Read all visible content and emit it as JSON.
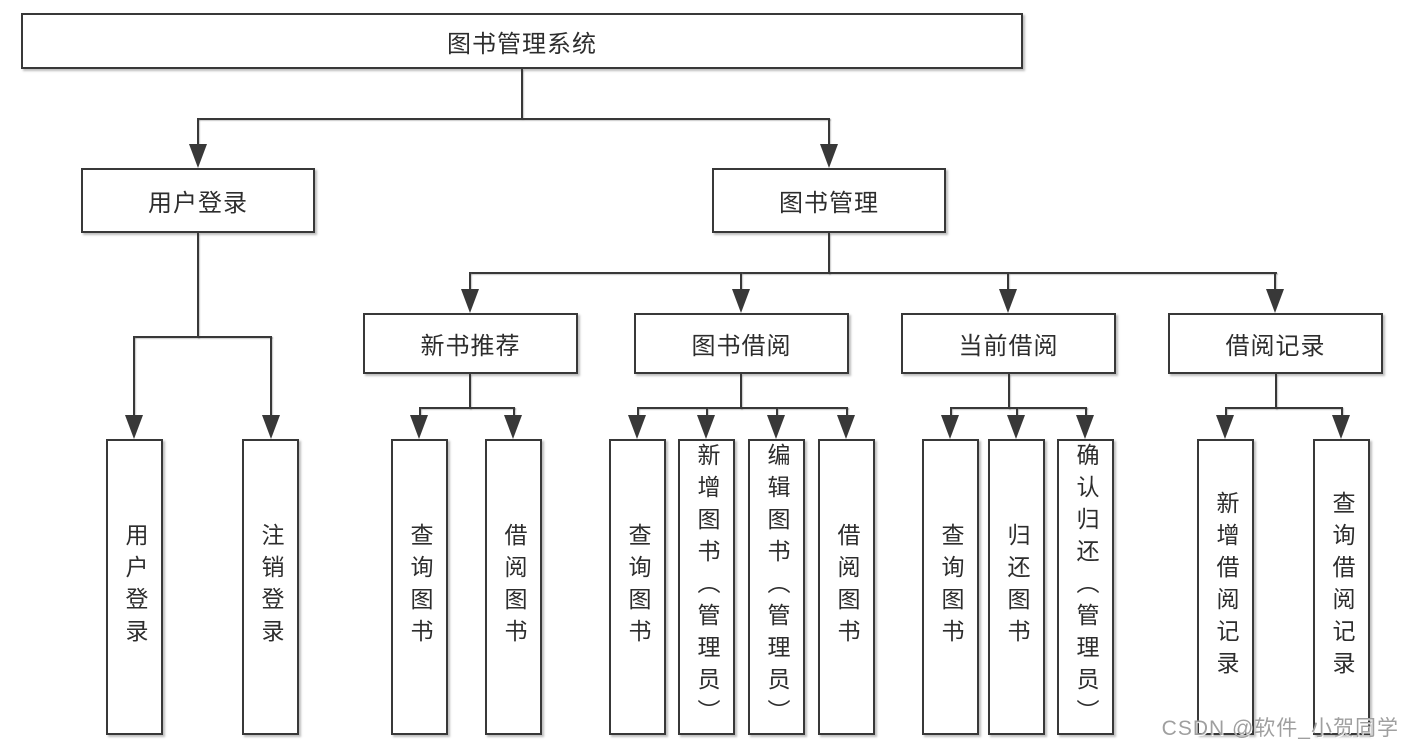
{
  "tree": {
    "label": "图书管理系统",
    "children": [
      {
        "label": "用户登录",
        "children": [
          {
            "label": "用户登录"
          },
          {
            "label": "注销登录"
          }
        ]
      },
      {
        "label": "图书管理",
        "children": [
          {
            "label": "新书推荐",
            "children": [
              {
                "label": "查询图书"
              },
              {
                "label": "借阅图书"
              }
            ]
          },
          {
            "label": "图书借阅",
            "children": [
              {
                "label": "查询图书"
              },
              {
                "label": "新增图书（管理员）"
              },
              {
                "label": "编辑图书（管理员）"
              },
              {
                "label": "借阅图书"
              }
            ]
          },
          {
            "label": "当前借阅",
            "children": [
              {
                "label": "查询图书"
              },
              {
                "label": "归还图书"
              },
              {
                "label": "确认归还（管理员）"
              }
            ]
          },
          {
            "label": "借阅记录",
            "children": [
              {
                "label": "新增借阅记录"
              },
              {
                "label": "查询借阅记录"
              }
            ]
          }
        ]
      }
    ]
  },
  "watermark": {
    "text": "CSDN @软件_小贺同学"
  },
  "colors": {
    "line": "#383838",
    "text": "#2d2d2d",
    "watermark": "#9f9f9f",
    "background": "#ffffff"
  }
}
